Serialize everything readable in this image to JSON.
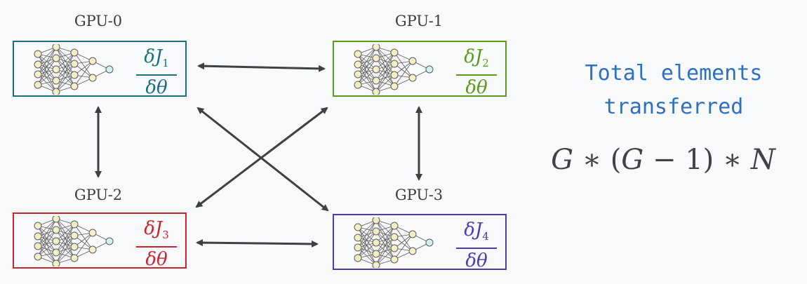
{
  "gpus": [
    {
      "label": "GPU-0",
      "numerator": "δJ",
      "subscript": "1",
      "denominator": "δθ",
      "color": "#1a6f7d"
    },
    {
      "label": "GPU-1",
      "numerator": "δJ",
      "subscript": "2",
      "denominator": "δθ",
      "color": "#5b9a1a"
    },
    {
      "label": "GPU-2",
      "numerator": "δJ",
      "subscript": "3",
      "denominator": "δθ",
      "color": "#c8252f"
    },
    {
      "label": "GPU-3",
      "numerator": "δJ",
      "subscript": "4",
      "denominator": "δθ",
      "color": "#4b3bb0"
    }
  ],
  "note": {
    "line1": "Total elements",
    "line2": "transferred",
    "color": "#2f6fbf"
  },
  "formula": {
    "G1": "G",
    "op1": "∗",
    "open": "(",
    "G2": "G",
    "minus": "−",
    "one": "1",
    "close": ")",
    "op2": "∗",
    "N": "N"
  },
  "colors": {
    "arrow": "#3d4045",
    "node_fill": "#f3f0c8",
    "node_stroke": "#5a5a5a",
    "output_fill": "#d5eef0"
  }
}
